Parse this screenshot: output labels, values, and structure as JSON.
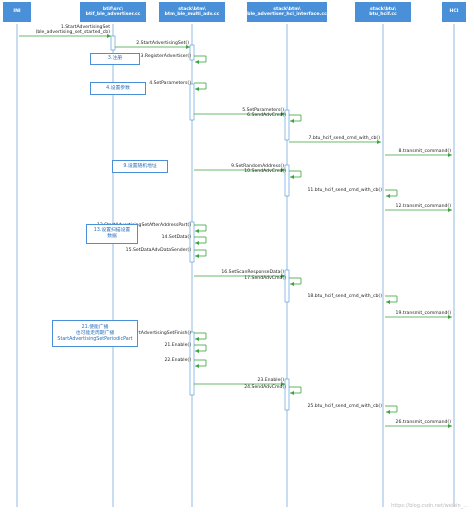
{
  "participants": [
    {
      "id": "ini",
      "label": "INI"
    },
    {
      "id": "btif",
      "label": "btif\\src\\\nbtif_ble_advertiser.cc"
    },
    {
      "id": "multi",
      "label": "stack\\btm\\\nbtm_ble_multi_adv.cc"
    },
    {
      "id": "hci_if",
      "label": "stack\\btm\\\nble_advertiser_hci_interface.cc"
    },
    {
      "id": "btu",
      "label": "stack\\btu\\\nbtu_hcif.cc"
    },
    {
      "id": "hci",
      "label": "HCI"
    }
  ],
  "messages": [
    {
      "text": "1.StartAdvertisingSet\n(ble_advertising_set_started_cb)"
    },
    {
      "text": "2.StartAdvertisingSet()"
    },
    {
      "text": "3.RegisterAdvertiser()"
    },
    {
      "text": "4.SetParameters()"
    },
    {
      "text": "5.SetParameters()"
    },
    {
      "text": "6.SendAdvCmd()"
    },
    {
      "text": "7.btu_hcif_send_cmd_with_cb()"
    },
    {
      "text": "8.transmit_command()"
    },
    {
      "text": "9.SetRandomAddress()"
    },
    {
      "text": "10.SendAdvCmd()"
    },
    {
      "text": "11.btu_hcif_send_cmd_with_cb()"
    },
    {
      "text": "12.transmit_command()"
    },
    {
      "text": "13.StartAdvertisingSetAfterAddressPart()"
    },
    {
      "text": "14.SetData()"
    },
    {
      "text": "15.SetDataAdvDataSender()"
    },
    {
      "text": "16.SetScanResponseData()"
    },
    {
      "text": "17.SendAdvCmd()"
    },
    {
      "text": "18.btu_hcif_send_cmd_with_cb()"
    },
    {
      "text": "19.transmit_command()"
    },
    {
      "text": "20.StartAdvertisingSetFinish()"
    },
    {
      "text": "21.Enable()"
    },
    {
      "text": "22.Enable()"
    },
    {
      "text": "23.Enable()"
    },
    {
      "text": "24.SendAdvCmd()"
    },
    {
      "text": "25.btu_hcif_send_cmd_with_cb()"
    },
    {
      "text": "26.transmit_command()"
    }
  ],
  "notes": [
    {
      "text": "3.注册"
    },
    {
      "text": "4.设置参数"
    },
    {
      "text": "9.设置随机地址"
    },
    {
      "text": "13.设置扫描设置\n数据"
    },
    {
      "text": "21.使能广播\n也可能走周期广播\nStartAdvertisingSetPeriodicPart"
    }
  ],
  "watermark": "https://blog.csdn.net/weixin_..."
}
